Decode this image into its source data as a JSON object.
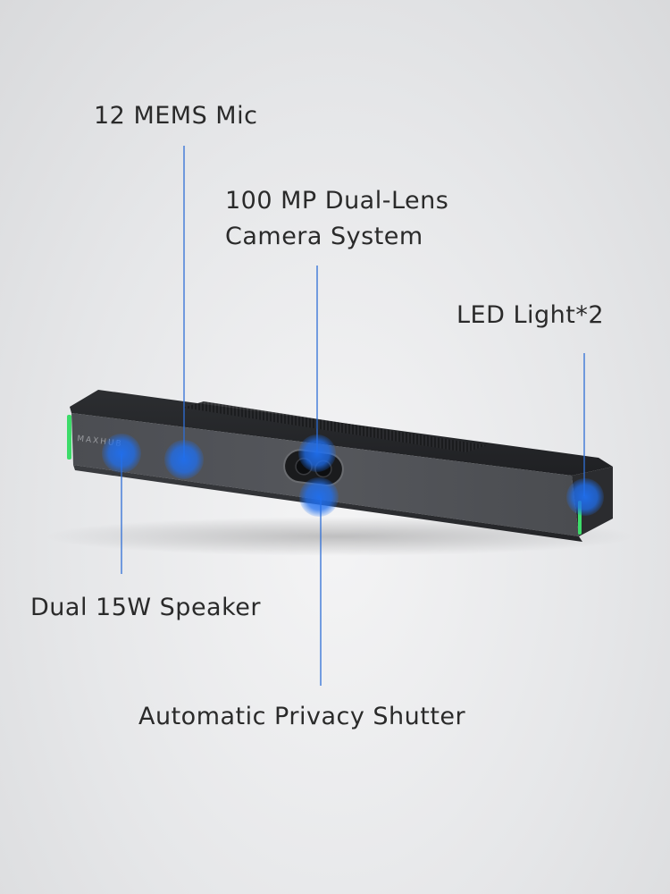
{
  "labels": {
    "mic": "12 MEMS Mic",
    "camera_line1": "100 MP Dual-Lens",
    "camera_line2": "Camera System",
    "led": "LED Light*2",
    "speaker": "Dual 15W Speaker",
    "shutter": "Automatic Privacy Shutter"
  },
  "device": {
    "brand": "MAXHUB"
  },
  "colors": {
    "callout_line": "#2f6fd6",
    "callout_dot": "#1f6ff0",
    "led_green": "#3ddc6a",
    "device_body": "#3a3c40"
  }
}
